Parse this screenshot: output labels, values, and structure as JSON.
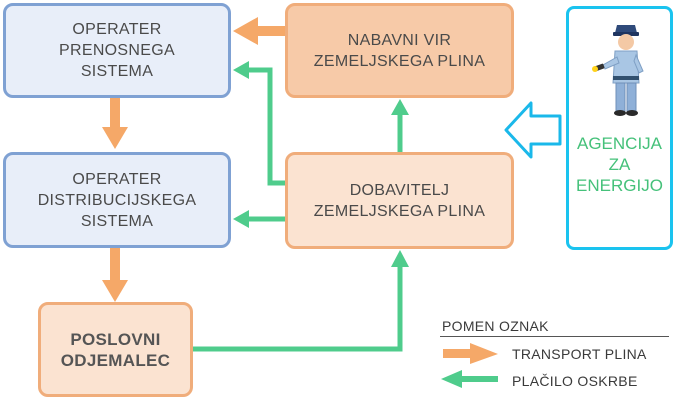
{
  "nodes": {
    "operater_prenosnega": [
      "OPERATER",
      "PRENOSNEGA",
      "SISTEMA"
    ],
    "nabavni_vir": [
      "NABAVNI VIR",
      "ZEMELJSKEGA PLINA"
    ],
    "operater_distribucijskega": [
      "OPERATER",
      "DISTRIBUCIJSKEGA",
      "SISTEMA"
    ],
    "dobavitelj": [
      "DOBAVITELJ",
      "ZEMELJSKEGA PLINA"
    ],
    "poslovni_odjemalec": [
      "POSLOVNI",
      "ODJEMALEC"
    ],
    "agencija": [
      "AGENCIJA",
      "ZA",
      "ENERGIJO"
    ]
  },
  "legend": {
    "title": "POMEN OZNAK",
    "transport": "TRANSPORT PLINA",
    "payment": "PLAČILO OSKRBE"
  },
  "colors": {
    "transport_arrow": "#f5a868",
    "payment_arrow": "#4fcc8c",
    "regulator_arrow": "#1ab8ea",
    "operator_border": "#7fa1d3",
    "supplier_border": "#f0ad7b"
  },
  "icons": {
    "regulator": "police-officer-with-flashlight-icon"
  }
}
